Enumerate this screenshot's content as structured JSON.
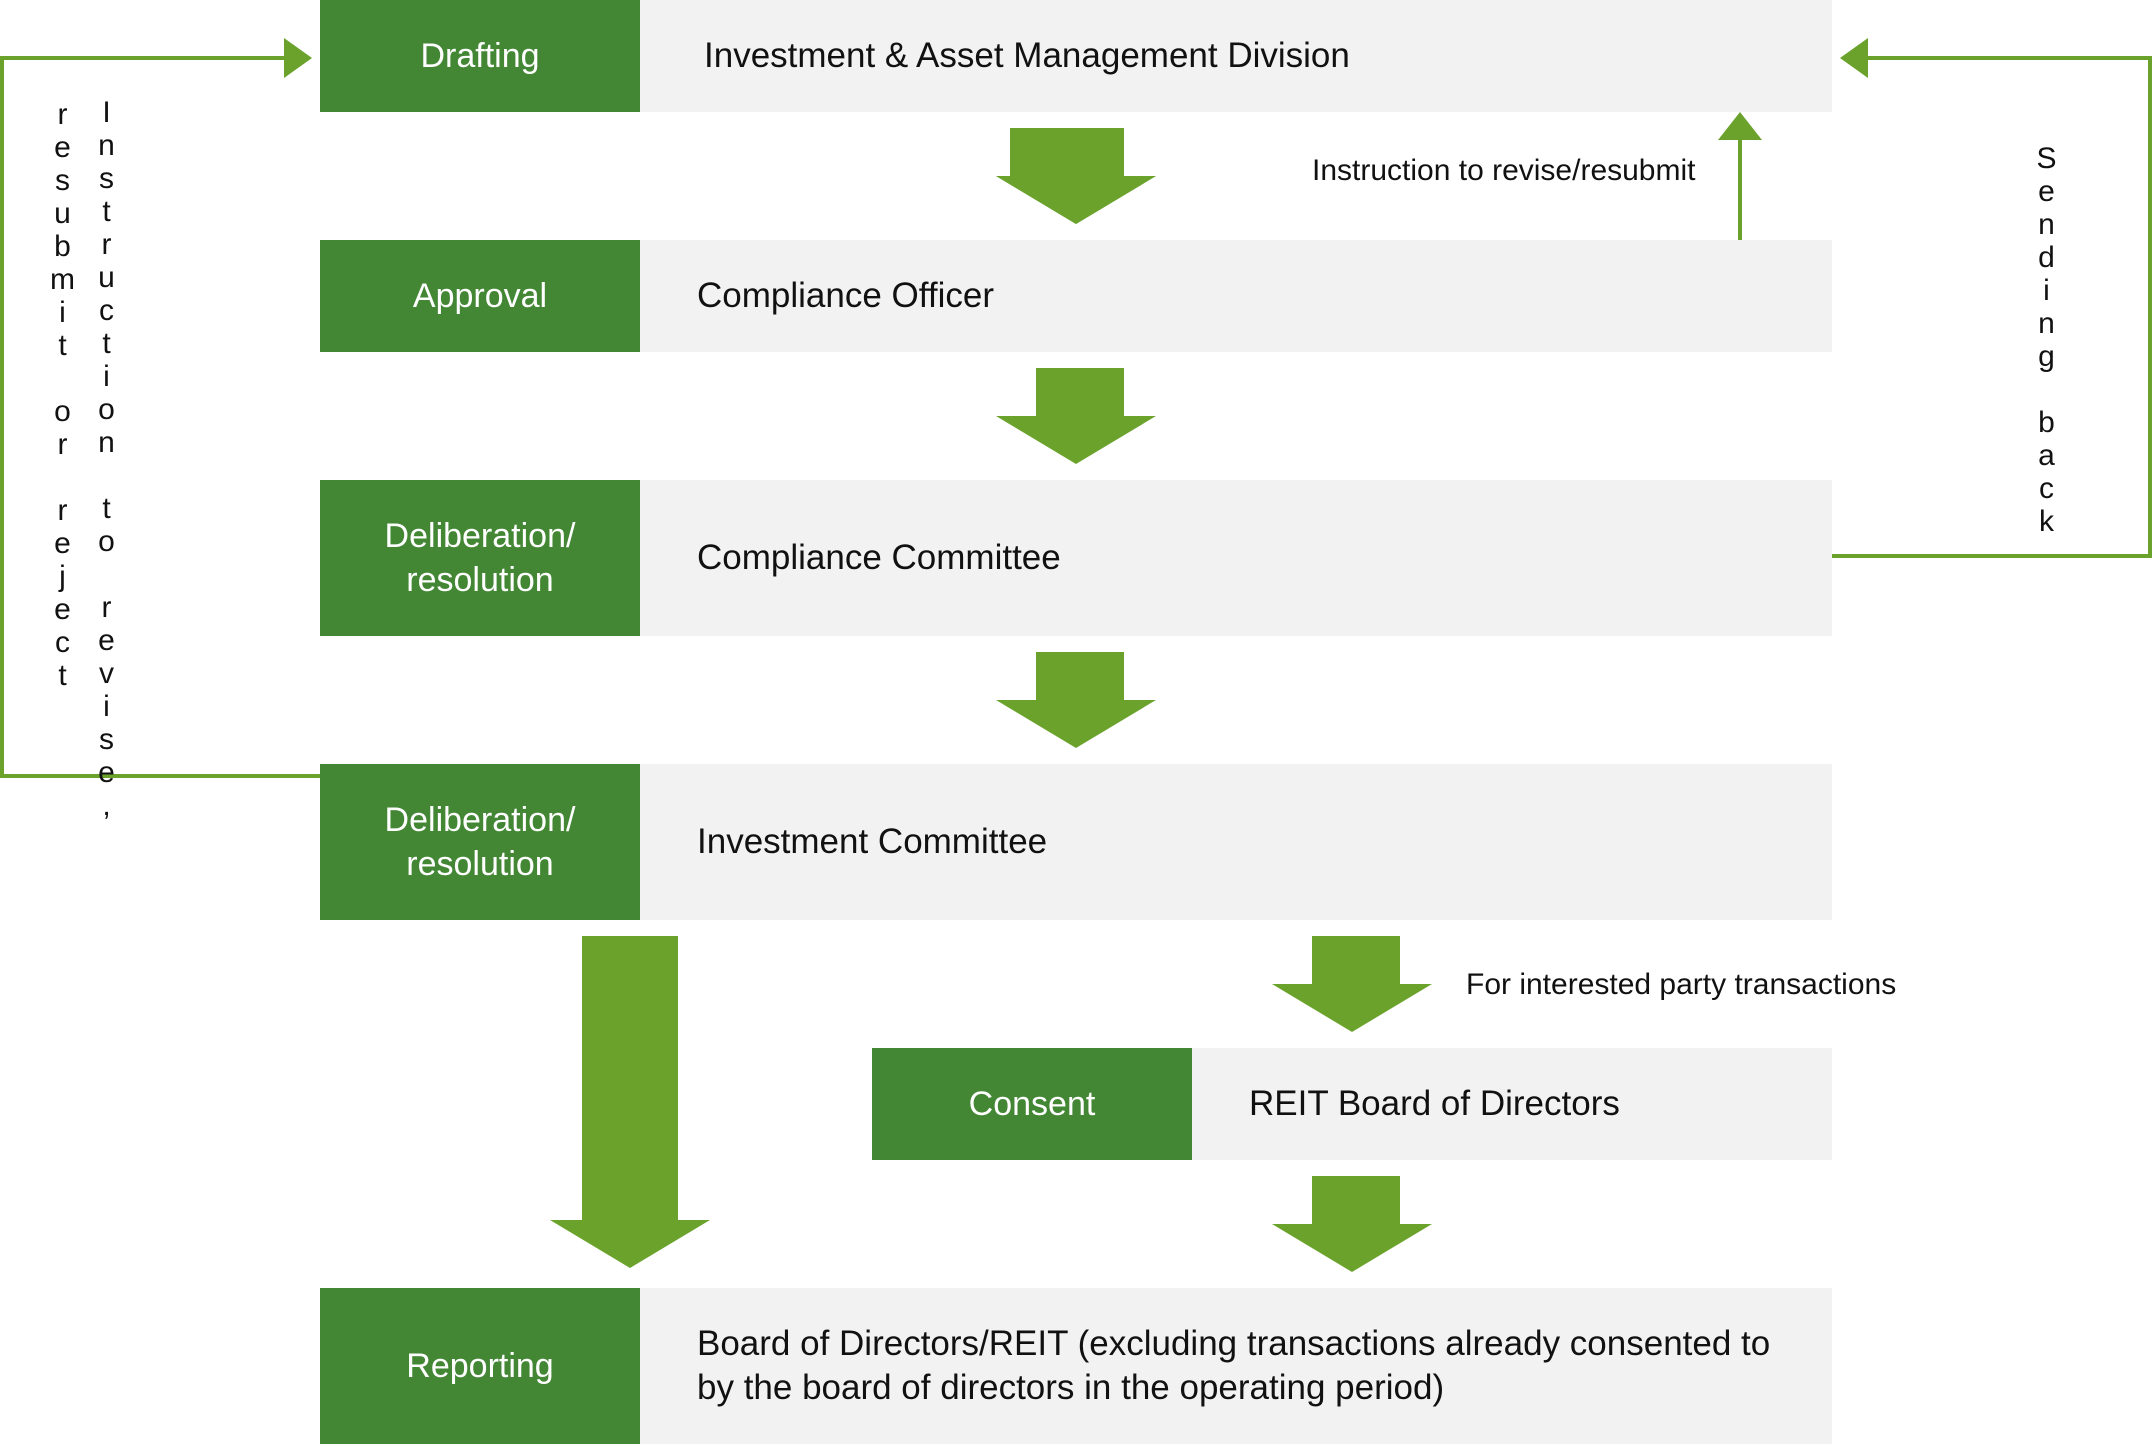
{
  "colors": {
    "stage_green": "#438735",
    "arrow_green": "#6aa22c",
    "row_bg": "#f2f2f2"
  },
  "steps": [
    {
      "stage": "Drafting",
      "owner": "Investment & Asset Management Division"
    },
    {
      "stage": "Approval",
      "owner": "Compliance Officer"
    },
    {
      "stage_line1": "Deliberation/",
      "stage_line2": "resolution",
      "owner": "Compliance Committee"
    },
    {
      "stage_line1": "Deliberation/",
      "stage_line2": "resolution",
      "owner": "Investment Committee"
    },
    {
      "stage": "Consent",
      "owner": "REIT Board of Directors"
    },
    {
      "stage": "Reporting",
      "owner_line1": "Board of Directors/REIT (excluding transactions already consented to",
      "owner_line2": "by the board of directors in the operating period)"
    }
  ],
  "notes": {
    "revise_resubmit": "Instruction to revise/resubmit",
    "interested_party": "For interested party transactions",
    "sending_back": "Sending back",
    "left_outer": "resubmit or reject",
    "left_inner": "Instruction to revise,"
  }
}
